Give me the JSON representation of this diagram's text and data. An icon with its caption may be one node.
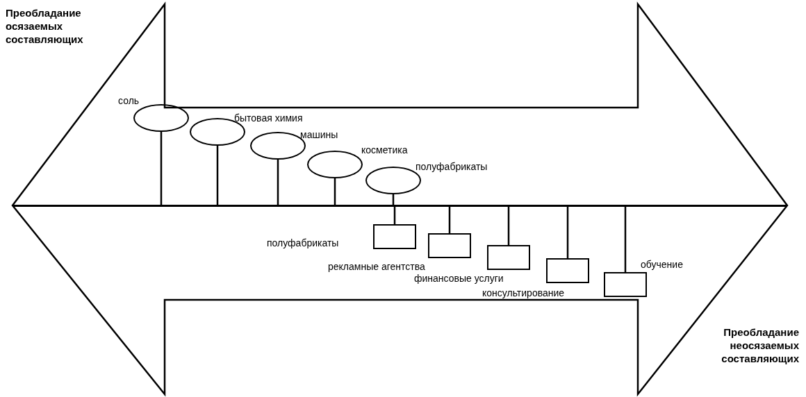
{
  "diagram": {
    "nodes": [
      {
        "text": [],
        "shape": "ellipse",
        "beside": [
          "соль"
        ]
      },
      {
        "text": [],
        "shape": "ellipse",
        "beside": [
          "бытовая химия"
        ]
      },
      {
        "text": [],
        "shape": "ellipse",
        "beside": [
          "машины"
        ]
      },
      {
        "text": [],
        "shape": "ellipse",
        "beside": [
          "косметика"
        ]
      },
      {
        "text": [],
        "shape": "ellipse",
        "beside": [
          "полуфабрикаты"
        ]
      },
      {
        "text": [],
        "shape": "box",
        "beside": [
          "полуфабрикаты"
        ]
      },
      {
        "text": [],
        "shape": "box",
        "beside": [
          "рекламные агентства"
        ]
      },
      {
        "text": [],
        "shape": "box",
        "beside": [
          "финансовые услуги"
        ]
      },
      {
        "text": [],
        "shape": "box",
        "beside": [
          "консультирование"
        ]
      },
      {
        "text": [],
        "shape": "box",
        "beside": [
          "обучение"
        ]
      },
      {
        "text": [],
        "shape": "bar"
      }
    ],
    "edges": [
      {
        "from": 0,
        "to": 10,
        "arrow": "none"
      },
      {
        "from": 1,
        "to": 10,
        "arrow": "none"
      },
      {
        "from": 2,
        "to": 10,
        "arrow": "none"
      },
      {
        "from": 3,
        "to": 10,
        "arrow": "none"
      },
      {
        "from": 4,
        "to": 10,
        "arrow": "none"
      },
      {
        "from": 5,
        "to": 10,
        "arrow": "none"
      },
      {
        "from": 6,
        "to": 10,
        "arrow": "none"
      },
      {
        "from": 7,
        "to": 10,
        "arrow": "none"
      },
      {
        "from": 8,
        "to": 10,
        "arrow": "none"
      },
      {
        "from": 9,
        "to": 10,
        "arrow": "none"
      }
    ],
    "labels": [
      "Преобладание осязаемых составляющих",
      "Преобладание неосязаемых составляющих"
    ]
  }
}
